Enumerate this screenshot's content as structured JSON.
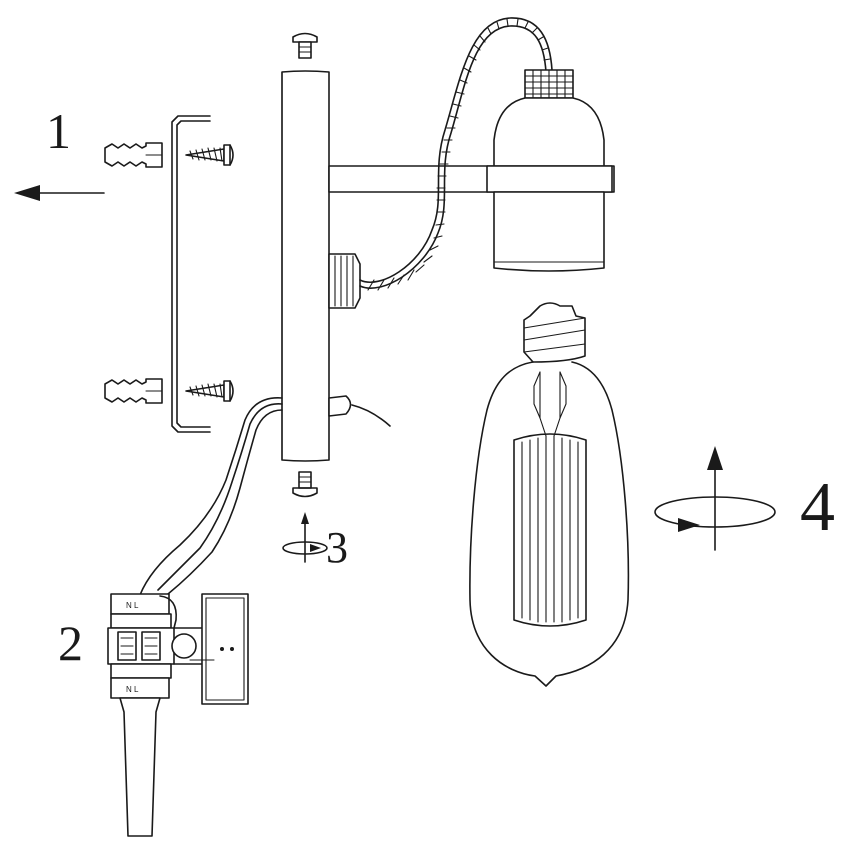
{
  "steps": [
    {
      "label": "1"
    },
    {
      "label": "2"
    },
    {
      "label": "3"
    },
    {
      "label": "4"
    }
  ],
  "terminal_marks": {
    "upper": "N L",
    "lower": "N L"
  },
  "icons": {
    "arrow_left": "arrow-left-icon",
    "rotate_screw": "rotate-arrow-icon",
    "rotate_bulb": "rotate-arrow-icon"
  },
  "colors": {
    "line": "#1a1a1a",
    "background": "#ffffff"
  }
}
